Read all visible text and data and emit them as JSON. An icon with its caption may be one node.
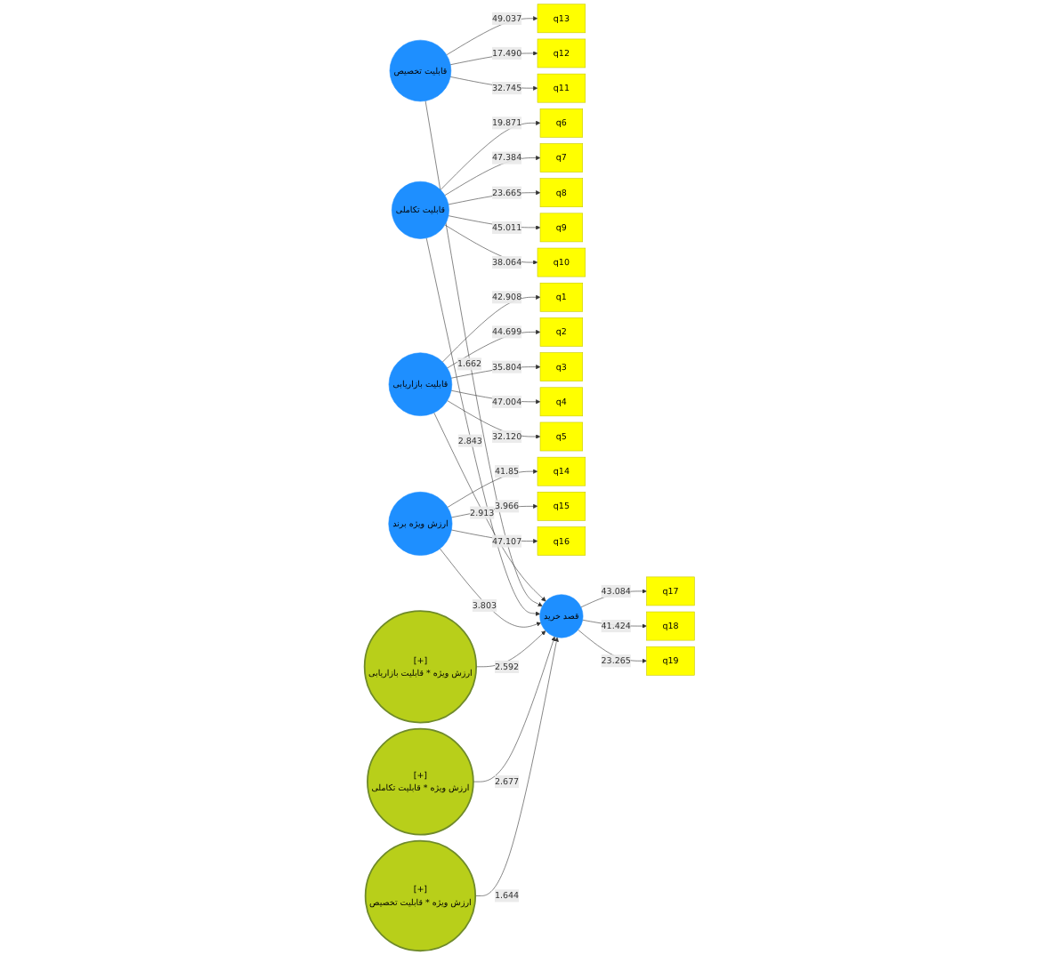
{
  "diagram": {
    "nodes": [
      {
        "text": [
          "q13"
        ]
      },
      {
        "text": [
          "q12"
        ]
      },
      {
        "text": [
          "q11"
        ]
      },
      {
        "text": [
          "q6"
        ]
      },
      {
        "text": [
          "q7"
        ]
      },
      {
        "text": [
          "q8"
        ]
      },
      {
        "text": [
          "q9"
        ]
      },
      {
        "text": [
          "q10"
        ]
      },
      {
        "text": [
          "q1"
        ]
      },
      {
        "text": [
          "q2"
        ]
      },
      {
        "text": [
          "q3"
        ]
      },
      {
        "text": [
          "q4"
        ]
      },
      {
        "text": [
          "q5"
        ]
      },
      {
        "text": [
          "قابلیت بازاریابی"
        ]
      },
      {
        "text": [
          "قابلیت تخصیص"
        ]
      },
      {
        "text": [
          "قابلیت تکاملی"
        ]
      },
      {
        "text": [
          "q17"
        ]
      },
      {
        "text": [
          "q18"
        ]
      },
      {
        "text": [
          "q19"
        ]
      },
      {
        "text": [
          "ارزش ویژه برند"
        ]
      },
      {
        "text": [
          "q14"
        ]
      },
      {
        "text": [
          "q15"
        ]
      },
      {
        "text": [
          "q16"
        ]
      },
      {
        "text": [
          "قصد خرید"
        ]
      },
      {
        "text": [
          "[+]",
          "ارزش ویژه * قابلیت بازاریابی"
        ]
      },
      {
        "text": [
          "[+]",
          "ارزش ویژه * قابلیت تکاملی"
        ]
      },
      {
        "text": [
          "[+]",
          "ارزش ویژه * قابلیت تخصیص"
        ]
      }
    ],
    "edges": [
      {
        "from": 13,
        "to": 8,
        "arrow": "to",
        "label": "42.908"
      },
      {
        "from": 13,
        "to": 9,
        "arrow": "to",
        "label": "44.699"
      },
      {
        "from": 13,
        "to": 10,
        "arrow": "to",
        "label": "35.804"
      },
      {
        "from": 13,
        "to": 11,
        "arrow": "to",
        "label": "47.004"
      },
      {
        "from": 13,
        "to": 12,
        "arrow": "to",
        "label": "32.120"
      },
      {
        "from": 14,
        "to": 2,
        "arrow": "to",
        "label": "32.745"
      },
      {
        "from": 14,
        "to": 1,
        "arrow": "to",
        "label": "17.490"
      },
      {
        "from": 14,
        "to": 0,
        "arrow": "to",
        "label": "49.037"
      },
      {
        "from": 15,
        "to": 3,
        "arrow": "to",
        "label": "19.871"
      },
      {
        "from": 15,
        "to": 4,
        "arrow": "to",
        "label": "47.384"
      },
      {
        "from": 15,
        "to": 5,
        "arrow": "to",
        "label": "23.665"
      },
      {
        "from": 15,
        "to": 6,
        "arrow": "to",
        "label": "45.011"
      },
      {
        "from": 15,
        "to": 7,
        "arrow": "to",
        "label": "38.064"
      },
      {
        "from": 23,
        "to": 16,
        "arrow": "to",
        "label": "43.084"
      },
      {
        "from": 23,
        "to": 17,
        "arrow": "to",
        "label": "41.424"
      },
      {
        "from": 23,
        "to": 18,
        "arrow": "to",
        "label": "23.265"
      },
      {
        "from": 19,
        "to": 20,
        "arrow": "to",
        "label": "41.85"
      },
      {
        "from": 19,
        "to": 21,
        "arrow": "to",
        "label": "3.966"
      },
      {
        "from": 19,
        "to": 22,
        "arrow": "to",
        "label": "47.107"
      },
      {
        "from": 13,
        "to": 23,
        "arrow": "to",
        "label": "2.913"
      },
      {
        "from": 14,
        "to": 23,
        "arrow": "to",
        "label": "1.662"
      },
      {
        "from": 15,
        "to": 23,
        "arrow": "to",
        "label": "2.843"
      },
      {
        "from": 19,
        "to": 23,
        "arrow": "to",
        "label": "3.803"
      },
      {
        "from": 24,
        "to": 23,
        "arrow": "to",
        "label": "2.592"
      },
      {
        "from": 25,
        "to": 23,
        "arrow": "to",
        "label": "2.677"
      },
      {
        "from": 26,
        "to": 23,
        "arrow": "to",
        "label": "1.644"
      }
    ]
  }
}
